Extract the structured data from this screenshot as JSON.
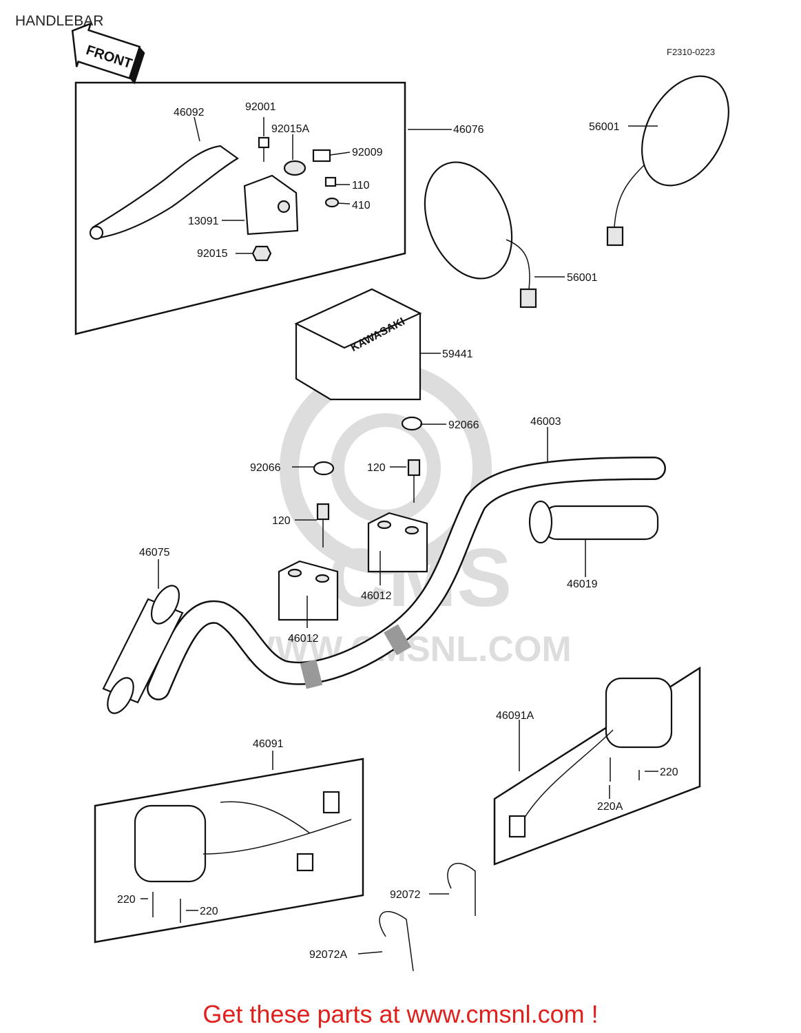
{
  "title": "HANDLEBAR",
  "ref_code": "F2310-0223",
  "front_label": "FRONT",
  "cover_brand": "KAWASAKI",
  "watermark": "WWW.CMSNL.COM",
  "watermark_logo": "CMS",
  "footer": "Get these parts at www.cmsnl.com !",
  "parts": {
    "p46092": "46092",
    "p92001": "92001",
    "p92015A": "92015A",
    "p92009": "92009",
    "p46076": "46076",
    "p110": "110",
    "p410": "410",
    "p13091": "13091",
    "p92015": "92015",
    "p56001_top": "56001",
    "p56001_mid": "56001",
    "p59441": "59441",
    "p92066_r": "92066",
    "p46003": "46003",
    "p92066_l": "92066",
    "p120_r": "120",
    "p120_l": "120",
    "p46075": "46075",
    "p46019": "46019",
    "p46012_r": "46012",
    "p46012_l": "46012",
    "p46091A": "46091A",
    "p220_r": "220",
    "p220A": "220A",
    "p46091": "46091",
    "p220_l1": "220",
    "p220_l2": "220",
    "p92072": "92072",
    "p92072A": "92072A"
  }
}
